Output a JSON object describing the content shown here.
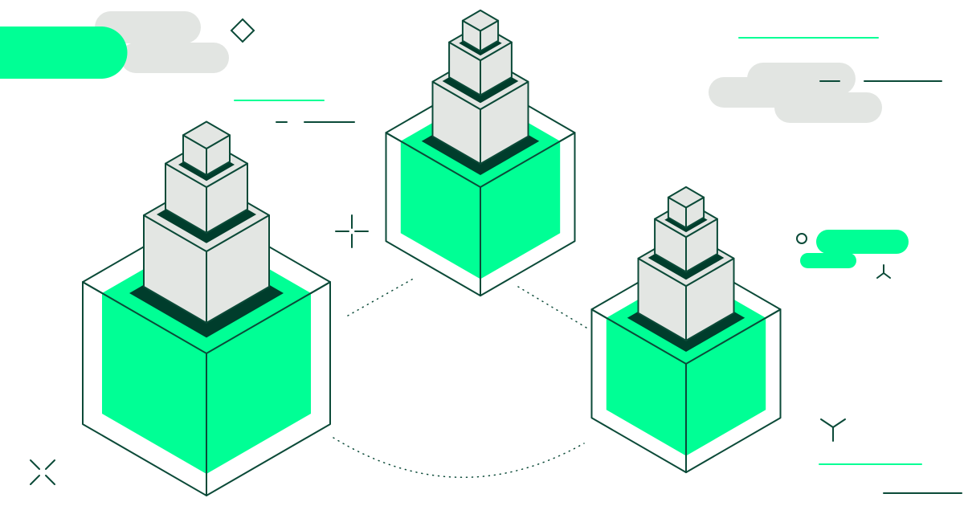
{
  "colors": {
    "accent_green": "#00ff95",
    "outline_dark": "#0b4a38",
    "shadow_dark": "#003d2c",
    "block_gray": "#e3e6e3",
    "cloud_gray": "#e2e5e2",
    "background": "#ffffff"
  },
  "illustration": {
    "stacks": [
      "left-stack",
      "middle-stack",
      "right-stack"
    ]
  }
}
